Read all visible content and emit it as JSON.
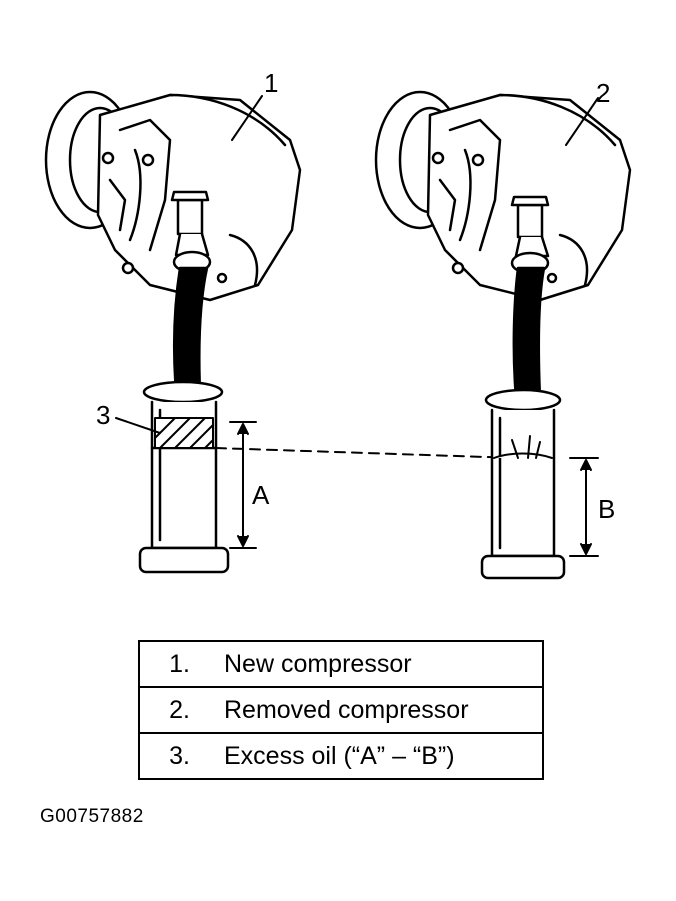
{
  "callouts": {
    "one": "1",
    "two": "2",
    "three": "3",
    "a": "A",
    "b": "B"
  },
  "legend": {
    "items": [
      {
        "number": "1.",
        "label": "New compressor"
      },
      {
        "number": "2.",
        "label": "Removed compressor"
      },
      {
        "number": "3.",
        "label": "Excess oil (“A” – “B”)"
      }
    ]
  },
  "figure_id": "G00757882",
  "colors": {
    "ink": "#000000",
    "paper": "#ffffff"
  }
}
